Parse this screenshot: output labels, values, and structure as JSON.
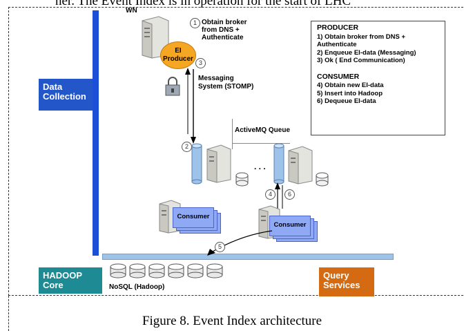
{
  "top_caption": "ner. The Event Index is in operation for the start of LHC",
  "wn_label": "WN",
  "steps": {
    "s1": "1",
    "s2": "2",
    "s3": "3",
    "s4": "4",
    "s5": "5",
    "s6": "6"
  },
  "broker_note": [
    "Obtain broker",
    "from DNS +",
    "Authenticate"
  ],
  "ei_producer": [
    "EI",
    "Producer"
  ],
  "messaging": [
    "Messaging",
    "System  (STOMP)"
  ],
  "activemq_label": "ActiveMQ Queue",
  "dots": ". . .",
  "data_collection": [
    "Data",
    "Collection"
  ],
  "consumer_label": "Consumer",
  "hadoop_core": [
    "HADOOP",
    "Core"
  ],
  "nosql_label": "NoSQL (Hadoop)",
  "query_services": [
    "Query",
    "Services"
  ],
  "legend": {
    "producer_header": "PRODUCER",
    "producer_items": [
      "1) Obtain broker from DNS +",
      "Authenticate",
      "2) Enqueue EI-data (Messaging)",
      "3) Ok ( End Communication)"
    ],
    "consumer_header": "CONSUMER",
    "consumer_items": [
      "4) Obtain new EI-data",
      "5) Insert into Hadoop",
      "6) Dequeue EI-data"
    ]
  },
  "figure_caption": "Figure 8. Event Index architecture",
  "colors": {
    "blue_bar": "#1b4fd8",
    "data_collection": "#2256c9",
    "hadoop_core": "#1d8a94",
    "query_services": "#d46a12",
    "producer": "#f5a623",
    "consumer": "#8fa9f5",
    "queue": "#9ec3ea"
  }
}
